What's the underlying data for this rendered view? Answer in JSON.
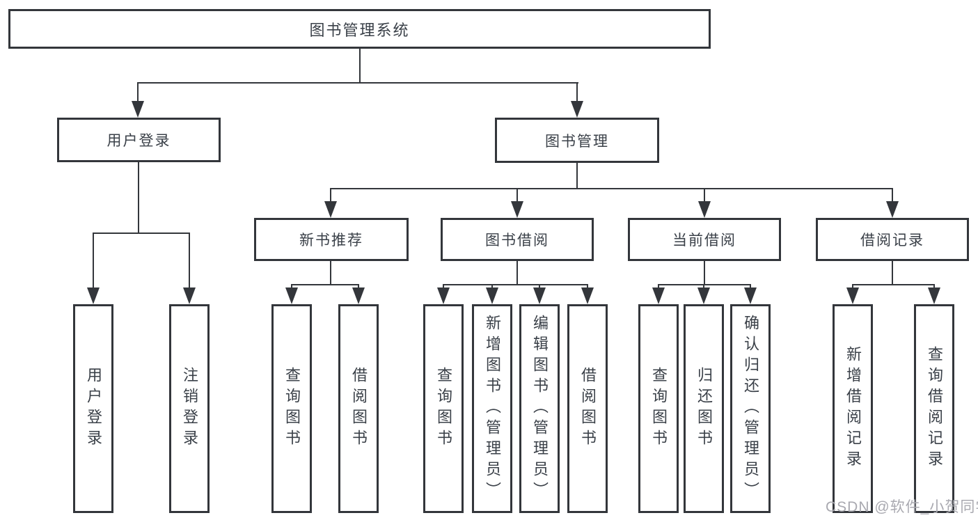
{
  "title": "图书管理系统",
  "watermark": "CSDN @软件_小贺同学",
  "colors": {
    "line": "#33363b",
    "text": "#3a4048",
    "watermark": "#a9a9b0",
    "background": "#ffffff"
  },
  "tree": {
    "label": "图书管理系统",
    "children": [
      {
        "label": "用户登录",
        "children": [
          {
            "label": "用户登录"
          },
          {
            "label": "注销登录"
          }
        ]
      },
      {
        "label": "图书管理",
        "children": [
          {
            "label": "新书推荐",
            "children": [
              {
                "label": "查询图书"
              },
              {
                "label": "借阅图书"
              }
            ]
          },
          {
            "label": "图书借阅",
            "children": [
              {
                "label": "查询图书"
              },
              {
                "label": "新增图书（管理员）"
              },
              {
                "label": "编辑图书（管理员）"
              },
              {
                "label": "借阅图书"
              }
            ]
          },
          {
            "label": "当前借阅",
            "children": [
              {
                "label": "查询图书"
              },
              {
                "label": "归还图书"
              },
              {
                "label": "确认归还（管理员）"
              }
            ]
          },
          {
            "label": "借阅记录",
            "children": [
              {
                "label": "新增借阅记录"
              },
              {
                "label": "查询借阅记录"
              }
            ]
          }
        ]
      }
    ]
  }
}
